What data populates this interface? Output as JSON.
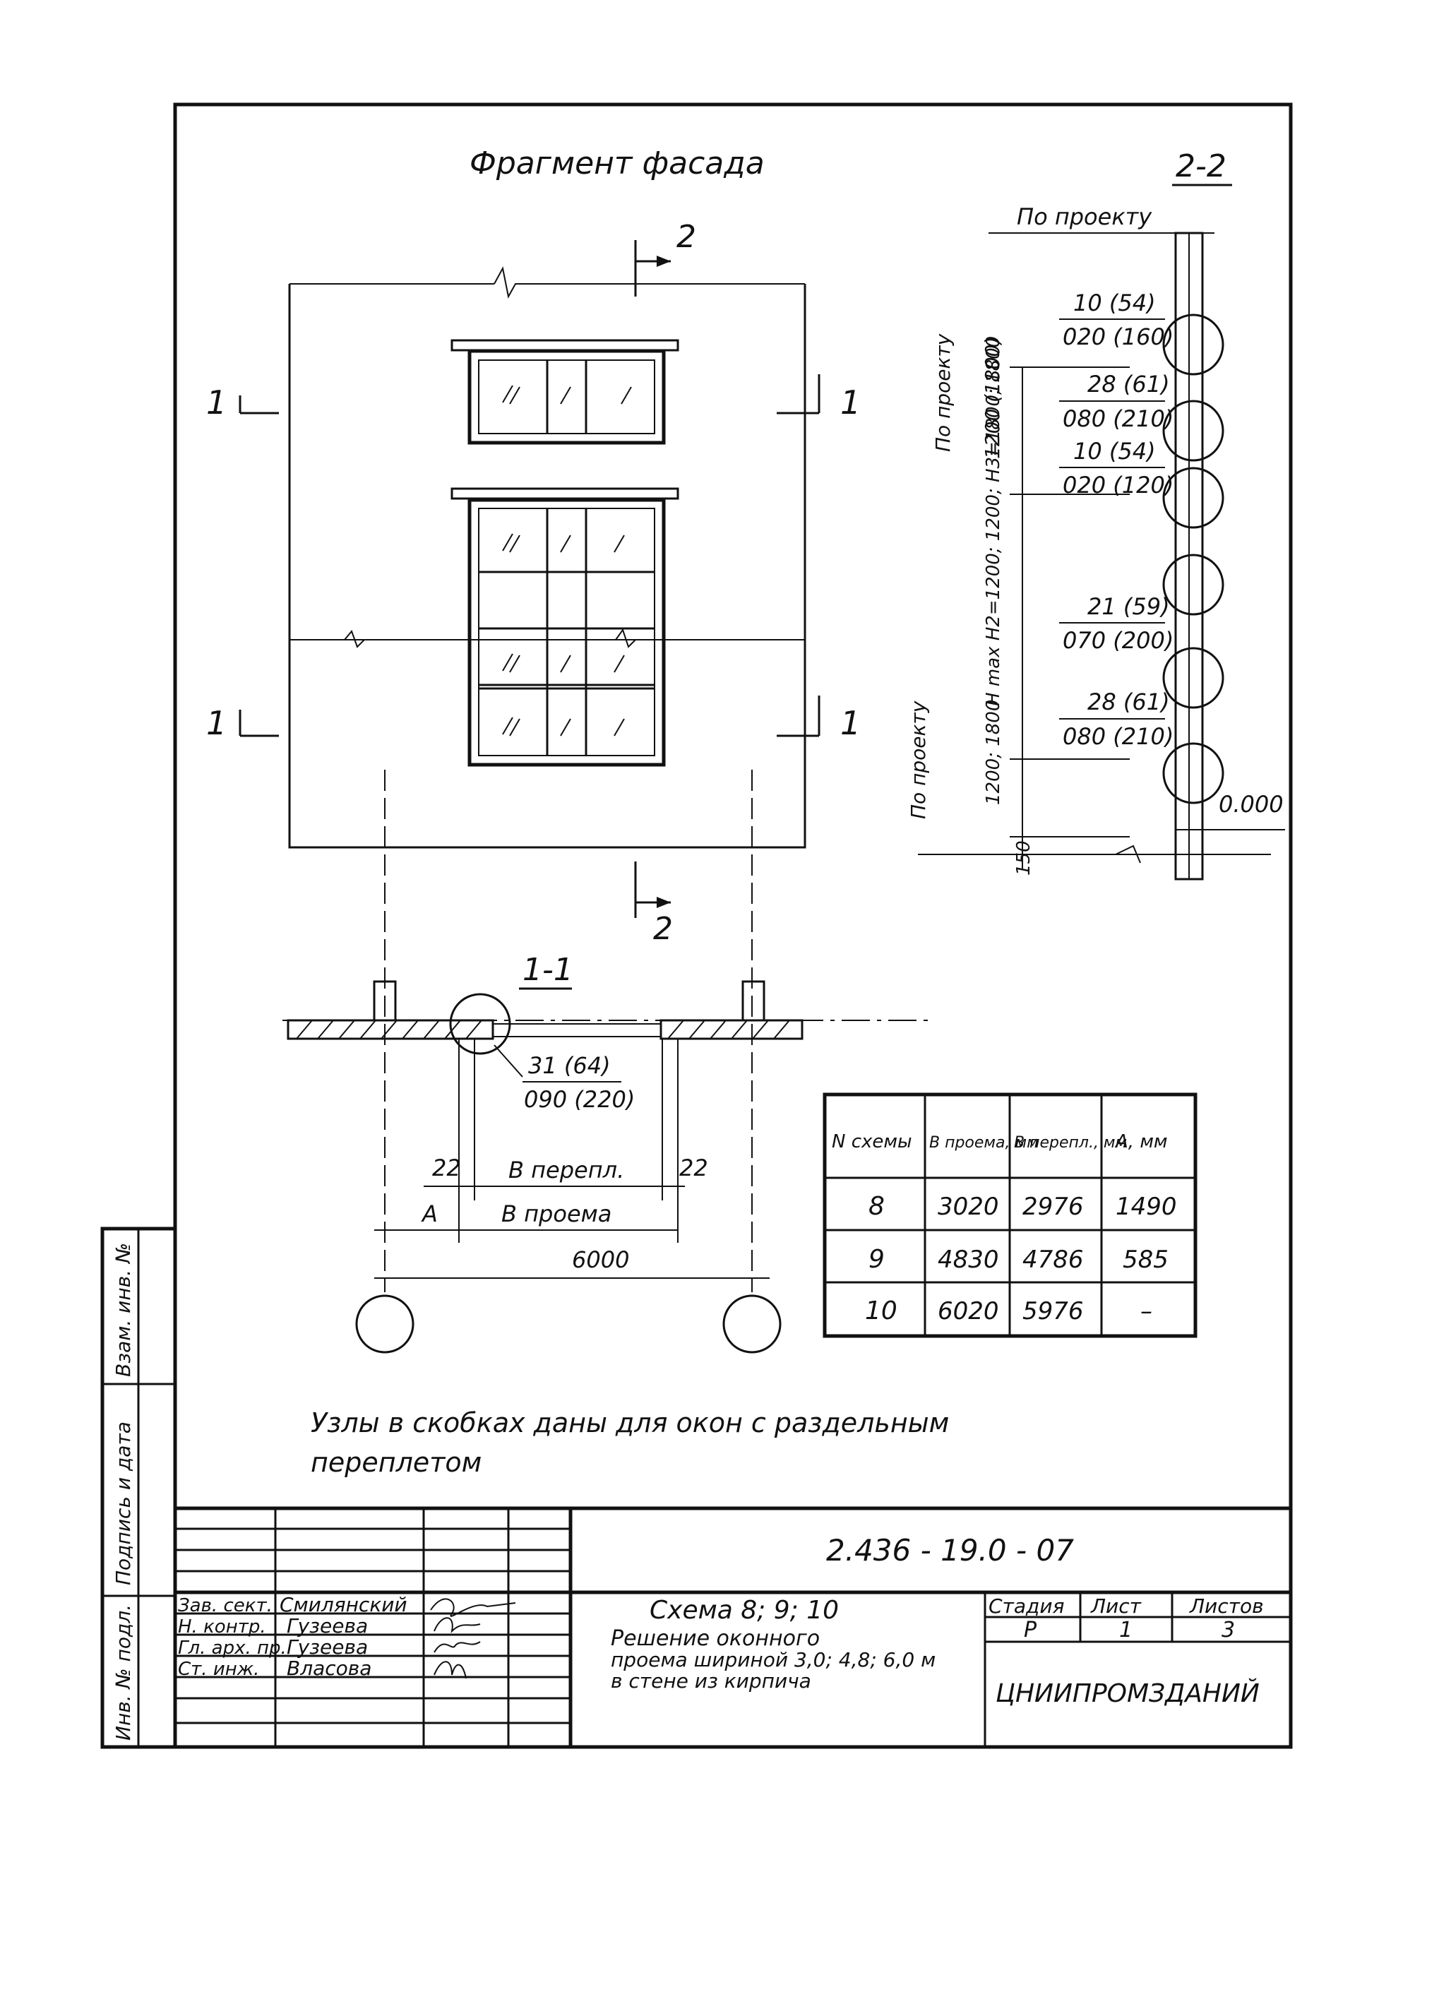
{
  "facade": {
    "title": "Фрагмент фасада",
    "cut_2": "2",
    "cut_1": "1"
  },
  "section_22": {
    "title": "2-2",
    "label_top": "По проекту",
    "label_left_top": "По проекту",
    "label_left_bottom": "По проекту",
    "dim_upper": "1200 (1800)",
    "dim_mid": "Н max  Н2=1200; 1200; Н3=1800; 1800",
    "dim_low": "1200; 1800",
    "dim_bottom": "150",
    "level": "0.000",
    "nodes": [
      {
        "top": "10 (54)",
        "bottom": "020 (160)"
      },
      {
        "top": "28 (61)",
        "bottom": "080 (210)"
      },
      {
        "top": "10 (54)",
        "bottom": "020 (120)"
      },
      {
        "top": "21 (59)",
        "bottom": "070 (200)"
      },
      {
        "top": "28 (61)",
        "bottom": "080 (210)"
      }
    ]
  },
  "section_11": {
    "title": "1-1",
    "node_top": "31 (64)",
    "node_bottom": "090 (220)",
    "dim_22_left": "22",
    "dim_22_right": "22",
    "dim_sash": "В перепл.",
    "dim_a": "А",
    "dim_opening": "В проема",
    "dim_total": "6000"
  },
  "schemes_table": {
    "headers": [
      "N схемы",
      "В проема, мм",
      "В перепл., мм",
      "А, мм"
    ],
    "rows": [
      [
        "8",
        "3020",
        "2976",
        "1490"
      ],
      [
        "9",
        "4830",
        "4786",
        "585"
      ],
      [
        "10",
        "6020",
        "5976",
        "–"
      ]
    ]
  },
  "note": {
    "line1": "Узлы в скобках даны для окон с раздельным",
    "line2": "переплетом"
  },
  "side_stamp": {
    "f1": "Взам. инв. №",
    "f2": "Подпись и дата",
    "f3": "Инв. № подл."
  },
  "title_block": {
    "doc_code": "2.436 - 19.0 - 07",
    "roles": [
      "Зав. сект.",
      "Н. контр.",
      "Гл. арх. пр.",
      "Ст. инж."
    ],
    "names": [
      "Смилянский",
      "Гузеева",
      "Гузеева",
      "Власова"
    ],
    "title_line1": "Схема 8; 9; 10",
    "title_line2": "Решение оконного",
    "title_line3": "проема шириной 3,0; 4,8; 6,0 м",
    "title_line4": "в стене из кирпича",
    "stage_label": "Стадия",
    "sheet_label": "Лист",
    "sheets_label": "Листов",
    "stage": "Р",
    "sheet": "1",
    "sheets": "3",
    "org": "ЦНИИПРОМЗДАНИЙ"
  }
}
